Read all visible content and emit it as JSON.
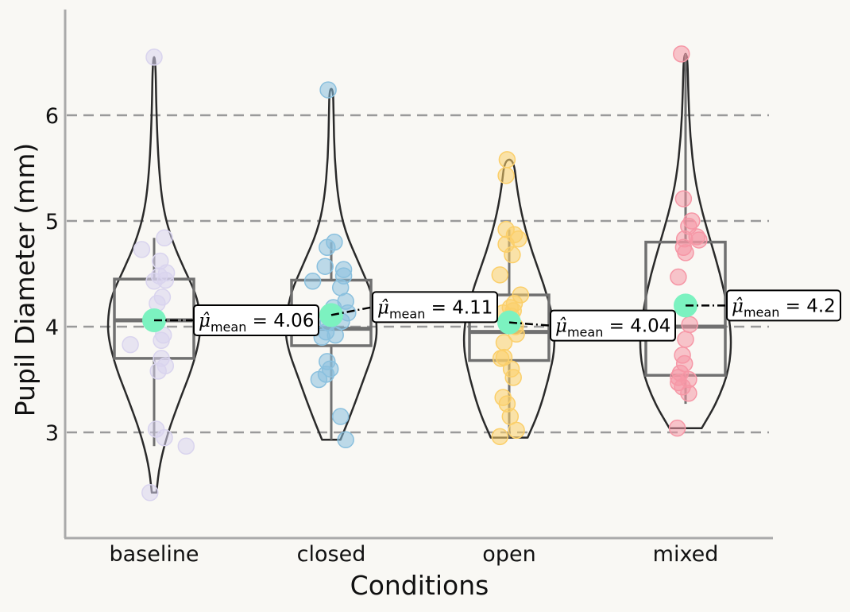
{
  "chart_data": {
    "type": "violin",
    "xlabel": "Conditions",
    "ylabel": "Pupil Diameter (mm)",
    "ylim": [
      2.0,
      7.0
    ],
    "yticks": [
      3,
      4,
      5,
      6
    ],
    "grid": "horizontal dashed at y ticks",
    "mean_label_prefix": "μ̂",
    "mean_label_sub": "mean",
    "colors": {
      "background": "#f9f8f4",
      "mean_marker": "#7cf2c0",
      "violin_outline": "#2a2a2a",
      "box": "#707070",
      "grid": "#9a9a9a",
      "axis": "#aaaaaa"
    },
    "groups": [
      {
        "name": "baseline",
        "color": "#d9d4ee",
        "mean": 4.06,
        "mean_label": "4.06",
        "median": 4.06,
        "q1": 3.7,
        "q3": 4.45,
        "whisker_low": 2.87,
        "whisker_high": 4.84,
        "min": 2.43,
        "max": 6.55,
        "violin_profile": [
          [
            2.43,
            0.05
          ],
          [
            2.7,
            0.12
          ],
          [
            3.0,
            0.3
          ],
          [
            3.3,
            0.55
          ],
          [
            3.6,
            0.82
          ],
          [
            3.9,
            1.0
          ],
          [
            4.1,
            1.0
          ],
          [
            4.3,
            0.92
          ],
          [
            4.55,
            0.65
          ],
          [
            4.8,
            0.4
          ],
          [
            5.1,
            0.2
          ],
          [
            5.5,
            0.1
          ],
          [
            6.0,
            0.05
          ],
          [
            6.55,
            0.03
          ]
        ],
        "points": [
          [
            0.0,
            6.55
          ],
          [
            0.1,
            4.84
          ],
          [
            0.06,
            4.62
          ],
          [
            -0.12,
            4.73
          ],
          [
            0.12,
            4.51
          ],
          [
            0.05,
            4.48
          ],
          [
            0.0,
            4.43
          ],
          [
            0.11,
            4.44
          ],
          [
            0.08,
            4.28
          ],
          [
            0.03,
            4.22
          ],
          [
            0.09,
            3.92
          ],
          [
            0.07,
            3.87
          ],
          [
            -0.23,
            3.83
          ],
          [
            0.07,
            3.7
          ],
          [
            0.11,
            3.63
          ],
          [
            0.04,
            3.58
          ],
          [
            0.02,
            3.03
          ],
          [
            0.1,
            2.95
          ],
          [
            0.31,
            2.87
          ],
          [
            -0.04,
            2.43
          ]
        ]
      },
      {
        "name": "closed",
        "color": "#8ac0de",
        "mean": 4.11,
        "mean_label": "4.11",
        "median": 3.98,
        "q1": 3.82,
        "q3": 4.44,
        "whisker_low": 2.93,
        "whisker_high": 4.8,
        "min": 2.93,
        "max": 6.25,
        "violin_profile": [
          [
            2.93,
            0.2
          ],
          [
            3.2,
            0.45
          ],
          [
            3.5,
            0.7
          ],
          [
            3.8,
            0.95
          ],
          [
            4.0,
            1.0
          ],
          [
            4.3,
            0.9
          ],
          [
            4.6,
            0.6
          ],
          [
            4.9,
            0.3
          ],
          [
            5.2,
            0.15
          ],
          [
            5.6,
            0.07
          ],
          [
            6.0,
            0.05
          ],
          [
            6.25,
            0.04
          ]
        ],
        "points": [
          [
            -0.03,
            6.24
          ],
          [
            0.03,
            4.8
          ],
          [
            -0.04,
            4.75
          ],
          [
            -0.06,
            4.57
          ],
          [
            0.12,
            4.54
          ],
          [
            0.12,
            4.48
          ],
          [
            0.09,
            4.37
          ],
          [
            0.14,
            4.24
          ],
          [
            -0.18,
            4.43
          ],
          [
            0.02,
            4.18
          ],
          [
            0.16,
            4.13
          ],
          [
            0.1,
            4.05
          ],
          [
            -0.03,
            4.04
          ],
          [
            -0.05,
            3.95
          ],
          [
            0.04,
            3.92
          ],
          [
            -0.09,
            3.9
          ],
          [
            -0.04,
            3.67
          ],
          [
            -0.01,
            3.6
          ],
          [
            -0.05,
            3.55
          ],
          [
            -0.12,
            3.5
          ],
          [
            0.09,
            3.15
          ],
          [
            0.14,
            2.93
          ]
        ]
      },
      {
        "name": "open",
        "color": "#fbcf6a",
        "mean": 4.04,
        "mean_label": "4.04",
        "median": 3.95,
        "q1": 3.68,
        "q3": 4.3,
        "whisker_low": 2.95,
        "whisker_high": 4.92,
        "min": 2.95,
        "max": 5.58,
        "violin_profile": [
          [
            2.95,
            0.4
          ],
          [
            3.2,
            0.65
          ],
          [
            3.5,
            0.85
          ],
          [
            3.8,
            1.0
          ],
          [
            4.1,
            0.95
          ],
          [
            4.4,
            0.75
          ],
          [
            4.7,
            0.5
          ],
          [
            5.0,
            0.3
          ],
          [
            5.3,
            0.17
          ],
          [
            5.58,
            0.1
          ]
        ],
        "points": [
          [
            -0.02,
            5.58
          ],
          [
            -0.03,
            5.43
          ],
          [
            -0.03,
            4.92
          ],
          [
            0.05,
            4.87
          ],
          [
            0.09,
            4.83
          ],
          [
            -0.03,
            4.78
          ],
          [
            0.03,
            4.68
          ],
          [
            -0.09,
            4.49
          ],
          [
            0.11,
            4.3
          ],
          [
            0.05,
            4.22
          ],
          [
            0.01,
            4.18
          ],
          [
            0.04,
            4.15
          ],
          [
            -0.06,
            4.13
          ],
          [
            0.02,
            4.1
          ],
          [
            0.06,
            4.0
          ],
          [
            0.07,
            3.93
          ],
          [
            -0.05,
            3.85
          ],
          [
            -0.05,
            3.71
          ],
          [
            -0.08,
            3.7
          ],
          [
            0.02,
            3.6
          ],
          [
            0.04,
            3.52
          ],
          [
            -0.06,
            3.33
          ],
          [
            -0.02,
            3.27
          ],
          [
            0.01,
            3.15
          ],
          [
            0.07,
            3.02
          ],
          [
            -0.09,
            2.96
          ]
        ]
      },
      {
        "name": "mixed",
        "color": "#f697a6",
        "mean": 4.2,
        "mean_label": "4.2",
        "median": 4.0,
        "q1": 3.54,
        "q3": 4.8,
        "whisker_low": 3.27,
        "whisker_high": 6.58,
        "min": 3.04,
        "max": 6.58,
        "violin_profile": [
          [
            3.04,
            0.35
          ],
          [
            3.3,
            0.7
          ],
          [
            3.6,
            0.95
          ],
          [
            3.9,
            1.0
          ],
          [
            4.2,
            0.9
          ],
          [
            4.5,
            0.75
          ],
          [
            4.8,
            0.55
          ],
          [
            5.1,
            0.35
          ],
          [
            5.4,
            0.2
          ],
          [
            5.8,
            0.1
          ],
          [
            6.2,
            0.06
          ],
          [
            6.58,
            0.04
          ]
        ],
        "points": [
          [
            -0.04,
            6.58
          ],
          [
            -0.02,
            5.21
          ],
          [
            0.06,
            5.0
          ],
          [
            0.03,
            4.95
          ],
          [
            0.11,
            4.85
          ],
          [
            0.13,
            4.82
          ],
          [
            -0.01,
            4.83
          ],
          [
            -0.02,
            4.75
          ],
          [
            0.0,
            4.7
          ],
          [
            -0.07,
            4.47
          ],
          [
            0.04,
            4.02
          ],
          [
            0.0,
            3.88
          ],
          [
            -0.03,
            3.73
          ],
          [
            -0.01,
            3.65
          ],
          [
            -0.05,
            3.56
          ],
          [
            -0.07,
            3.52
          ],
          [
            0.03,
            3.5
          ],
          [
            -0.07,
            3.47
          ],
          [
            -0.03,
            3.43
          ],
          [
            0.03,
            3.37
          ],
          [
            -0.08,
            3.04
          ]
        ]
      }
    ]
  }
}
